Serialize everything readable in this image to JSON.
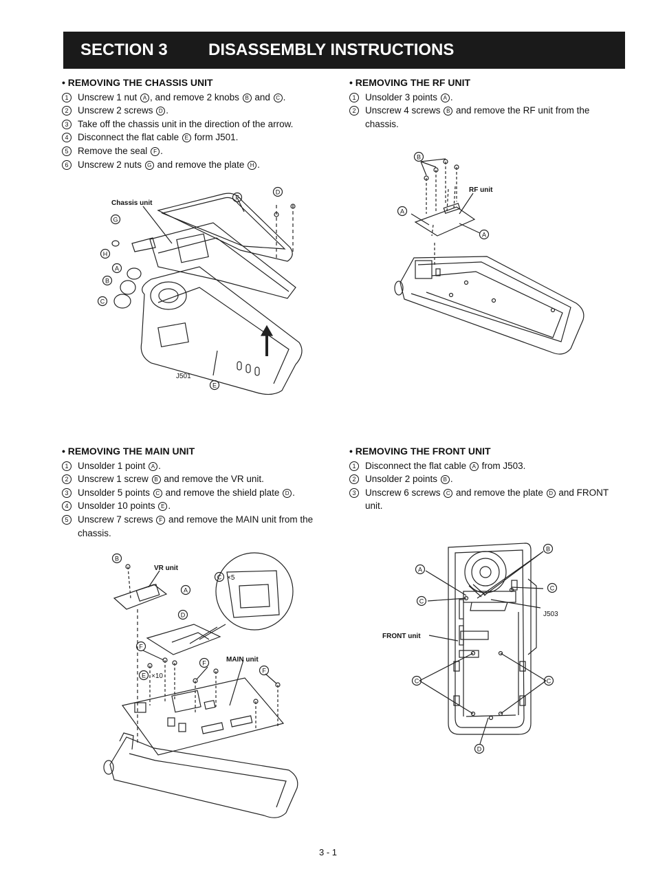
{
  "header": {
    "section": "SECTION 3",
    "title": "DISASSEMBLY INSTRUCTIONS"
  },
  "chassis": {
    "title": "• REMOVING THE CHASSIS UNIT",
    "steps": [
      {
        "n": "1",
        "parts": [
          "Unscrew 1 nut ",
          {
            "c": "A"
          },
          ", and remove 2 knobs ",
          {
            "c": "B"
          },
          " and ",
          {
            "c": "C"
          },
          "."
        ]
      },
      {
        "n": "2",
        "parts": [
          "Unscrew 2 screws ",
          {
            "c": "D"
          },
          "."
        ]
      },
      {
        "n": "3",
        "parts": [
          "Take off the chassis unit in the direction of the arrow."
        ]
      },
      {
        "n": "4",
        "parts": [
          "Disconnect the flat cable ",
          {
            "c": "E"
          },
          " form J501."
        ]
      },
      {
        "n": "5",
        "parts": [
          "Remove the seal ",
          {
            "c": "F"
          },
          "."
        ]
      },
      {
        "n": "6",
        "parts": [
          "Unscrew 2 nuts ",
          {
            "c": "G"
          },
          " and remove the plate ",
          {
            "c": "H"
          },
          "."
        ]
      }
    ],
    "figure": {
      "unit_label": "Chassis unit",
      "connector_label": "J501",
      "callouts": [
        "A",
        "B",
        "C",
        "D",
        "E",
        "F",
        "G",
        "H"
      ]
    }
  },
  "rf": {
    "title": "• REMOVING THE RF UNIT",
    "steps": [
      {
        "n": "1",
        "parts": [
          "Unsolder 3 points ",
          {
            "c": "A"
          },
          "."
        ]
      },
      {
        "n": "2",
        "parts": [
          "Unscrew 4 screws ",
          {
            "c": "B"
          },
          " and remove the RF unit from the chassis."
        ]
      }
    ],
    "figure": {
      "unit_label": "RF unit",
      "callouts": [
        "A",
        "A",
        "B"
      ]
    }
  },
  "main": {
    "title": "• REMOVING THE MAIN UNIT",
    "steps": [
      {
        "n": "1",
        "parts": [
          "Unsolder 1 point ",
          {
            "c": "A"
          },
          "."
        ]
      },
      {
        "n": "2",
        "parts": [
          "Unscrew 1 screw ",
          {
            "c": "B"
          },
          " and remove the VR unit."
        ]
      },
      {
        "n": "3",
        "parts": [
          "Unsolder 5 points ",
          {
            "c": "C"
          },
          " and remove the shield plate ",
          {
            "c": "D"
          },
          "."
        ]
      },
      {
        "n": "4",
        "parts": [
          "Unsolder 10 points ",
          {
            "c": "E"
          },
          "."
        ]
      },
      {
        "n": "5",
        "parts": [
          "Unscrew 7 screws ",
          {
            "c": "F"
          },
          " and remove the MAIN unit from the chassis."
        ]
      }
    ],
    "figure": {
      "vr_label": "VR unit",
      "main_label": "MAIN unit",
      "times5": "×5",
      "times10": "×10",
      "callouts": [
        "A",
        "B",
        "C",
        "D",
        "E",
        "F",
        "F",
        "F"
      ]
    }
  },
  "front": {
    "title": "• REMOVING THE FRONT UNIT",
    "steps": [
      {
        "n": "1",
        "parts": [
          "Disconnect the flat cable ",
          {
            "c": "A"
          },
          " from J503."
        ]
      },
      {
        "n": "2",
        "parts": [
          "Unsolder 2 points ",
          {
            "c": "B"
          },
          "."
        ]
      },
      {
        "n": "3",
        "parts": [
          "Unscrew 6 screws ",
          {
            "c": "C"
          },
          " and remove the plate ",
          {
            "c": "D"
          },
          " and FRONT unit."
        ]
      }
    ],
    "figure": {
      "unit_label": "FRONT unit",
      "connector_label": "J503",
      "callouts": [
        "A",
        "B",
        "C",
        "C",
        "C",
        "C",
        "D"
      ]
    }
  },
  "footer": {
    "page": "3 - 1"
  }
}
